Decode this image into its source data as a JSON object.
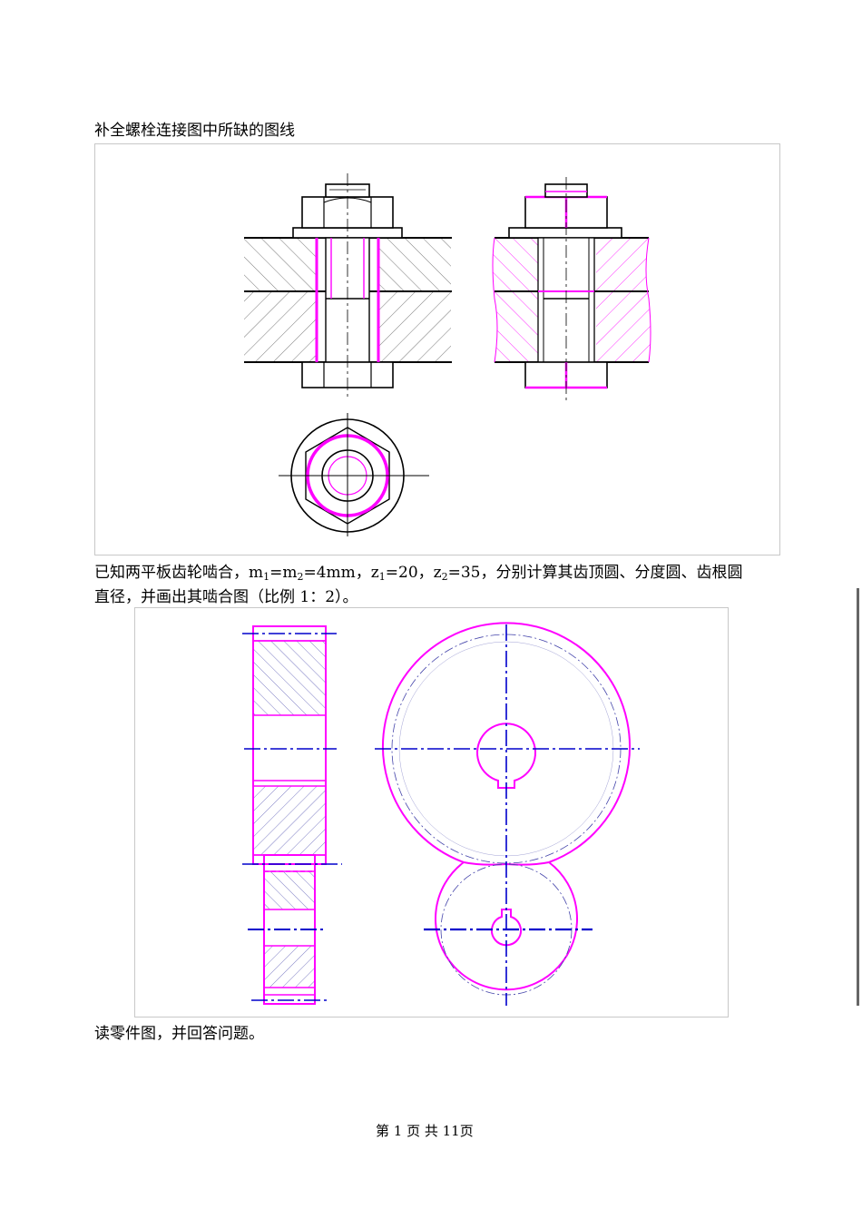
{
  "section1": {
    "title": "补全螺栓连接图中所缺的图线"
  },
  "section2": {
    "line1_a": "已知两平板齿轮啮合，m",
    "sub_1": "1",
    "line1_b": "=m",
    "sub_2": "2",
    "line1_c": "=4mm，z",
    "sub_3": "1",
    "line1_d": "=20，z",
    "sub_4": "2",
    "line1_e": "=35，分别计算其齿顶圆、分度圆、齿根圆",
    "line2": "直径，并画出其啮合图（比例 1：2）。"
  },
  "section3": {
    "title": "读零件图，并回答问题。"
  },
  "footer": {
    "page_label": "第  1  页  共  11页"
  },
  "colors": {
    "answer": "#ff00ff",
    "center": "#0000cc",
    "ink": "#000000",
    "frame": "#c8c8c8"
  }
}
